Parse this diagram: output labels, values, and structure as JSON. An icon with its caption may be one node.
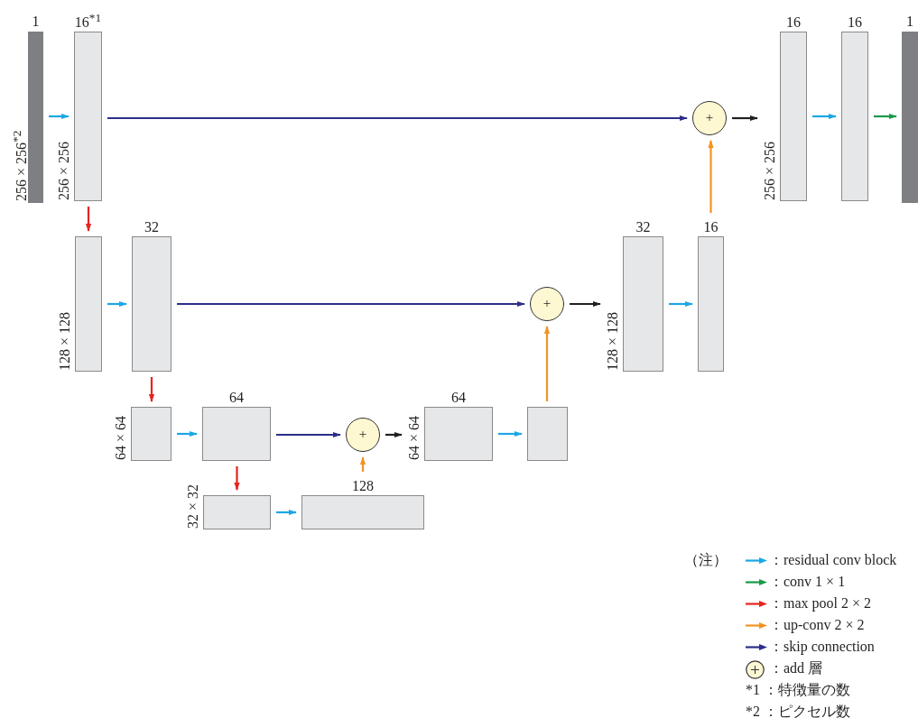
{
  "diagram": {
    "nodes": [
      {
        "text": [
          "1"
        ],
        "beside": [
          "256 × 256$^{*2}$"
        ]
      },
      {
        "text": [
          "16$^{*1}$"
        ],
        "beside": [
          "256 × 256"
        ]
      },
      {
        "text": [],
        "beside": [
          "128 × 128"
        ],
        "shape": "box"
      },
      {
        "text": [
          "32"
        ]
      },
      {
        "text": [],
        "beside": [
          "64 × 64"
        ],
        "shape": "box"
      },
      {
        "text": [
          "64"
        ]
      },
      {
        "text": [],
        "beside": [
          "32 × 32"
        ],
        "shape": "box"
      },
      {
        "text": [
          "128"
        ]
      },
      {
        "text": [
          "+"
        ]
      },
      {
        "text": [
          "64"
        ],
        "beside": [
          "64 × 64"
        ]
      },
      {
        "text": [],
        "shape": "box"
      },
      {
        "text": [
          "+"
        ]
      },
      {
        "text": [
          "32"
        ],
        "beside": [
          "128 × 128"
        ]
      },
      {
        "text": [
          "16"
        ]
      },
      {
        "text": [
          "+"
        ]
      },
      {
        "text": [
          "16"
        ],
        "beside": [
          "256 × 256"
        ]
      },
      {
        "text": [
          "16"
        ]
      },
      {
        "text": [
          "1"
        ]
      }
    ],
    "edges": [
      {
        "from": 0,
        "to": 1,
        "arrow": "to"
      },
      {
        "from": 1,
        "to": 2,
        "arrow": "to",
        "color": "#e52420"
      },
      {
        "from": 1,
        "to": 14,
        "arrow": "to",
        "color": "#2b2f88"
      },
      {
        "from": 2,
        "to": 3,
        "arrow": "to"
      },
      {
        "from": 3,
        "to": 4,
        "arrow": "to",
        "color": "#e52420"
      },
      {
        "from": 3,
        "to": 11,
        "arrow": "to",
        "color": "#2b2f88"
      },
      {
        "from": 4,
        "to": 5,
        "arrow": "to"
      },
      {
        "from": 5,
        "to": 6,
        "arrow": "to",
        "color": "#e52420"
      },
      {
        "from": 5,
        "to": 8,
        "arrow": "to",
        "color": "#2b2f88"
      },
      {
        "from": 6,
        "to": 7,
        "arrow": "to"
      },
      {
        "from": 7,
        "to": 8,
        "arrow": "to",
        "color": "#f39323"
      },
      {
        "from": 8,
        "to": 9,
        "arrow": "to",
        "color": "#231f20"
      },
      {
        "from": 9,
        "to": 10,
        "arrow": "to"
      },
      {
        "from": 10,
        "to": 11,
        "arrow": "to",
        "color": "#f39323"
      },
      {
        "from": 11,
        "to": 12,
        "arrow": "to",
        "color": "#231f20"
      },
      {
        "from": 12,
        "to": 13,
        "arrow": "to"
      },
      {
        "from": 13,
        "to": 14,
        "arrow": "to",
        "color": "#f39323"
      },
      {
        "from": 14,
        "to": 15,
        "arrow": "to",
        "color": "#231f20"
      },
      {
        "from": 15,
        "to": 16,
        "arrow": "to"
      },
      {
        "from": 16,
        "to": 17,
        "arrow": "to",
        "color": "#1a9a4a"
      }
    ],
    "labels": [
      "（注）",
      "*1 ：特徴量の数",
      "*2 ：ピクセル数"
    ],
    "legend": [
      {
        "text": "：residual conv block",
        "color": "#1aa7e5"
      },
      {
        "text": "：conv 1 × 1",
        "color": "#1a9a4a"
      },
      {
        "text": "：max pool 2 × 2",
        "color": "#e52420"
      },
      {
        "text": "：up-conv 2 × 2",
        "color": "#f39323"
      },
      {
        "text": "：skip connection",
        "color": "#2b2f88"
      },
      {
        "text": "：add 層"
      }
    ]
  }
}
